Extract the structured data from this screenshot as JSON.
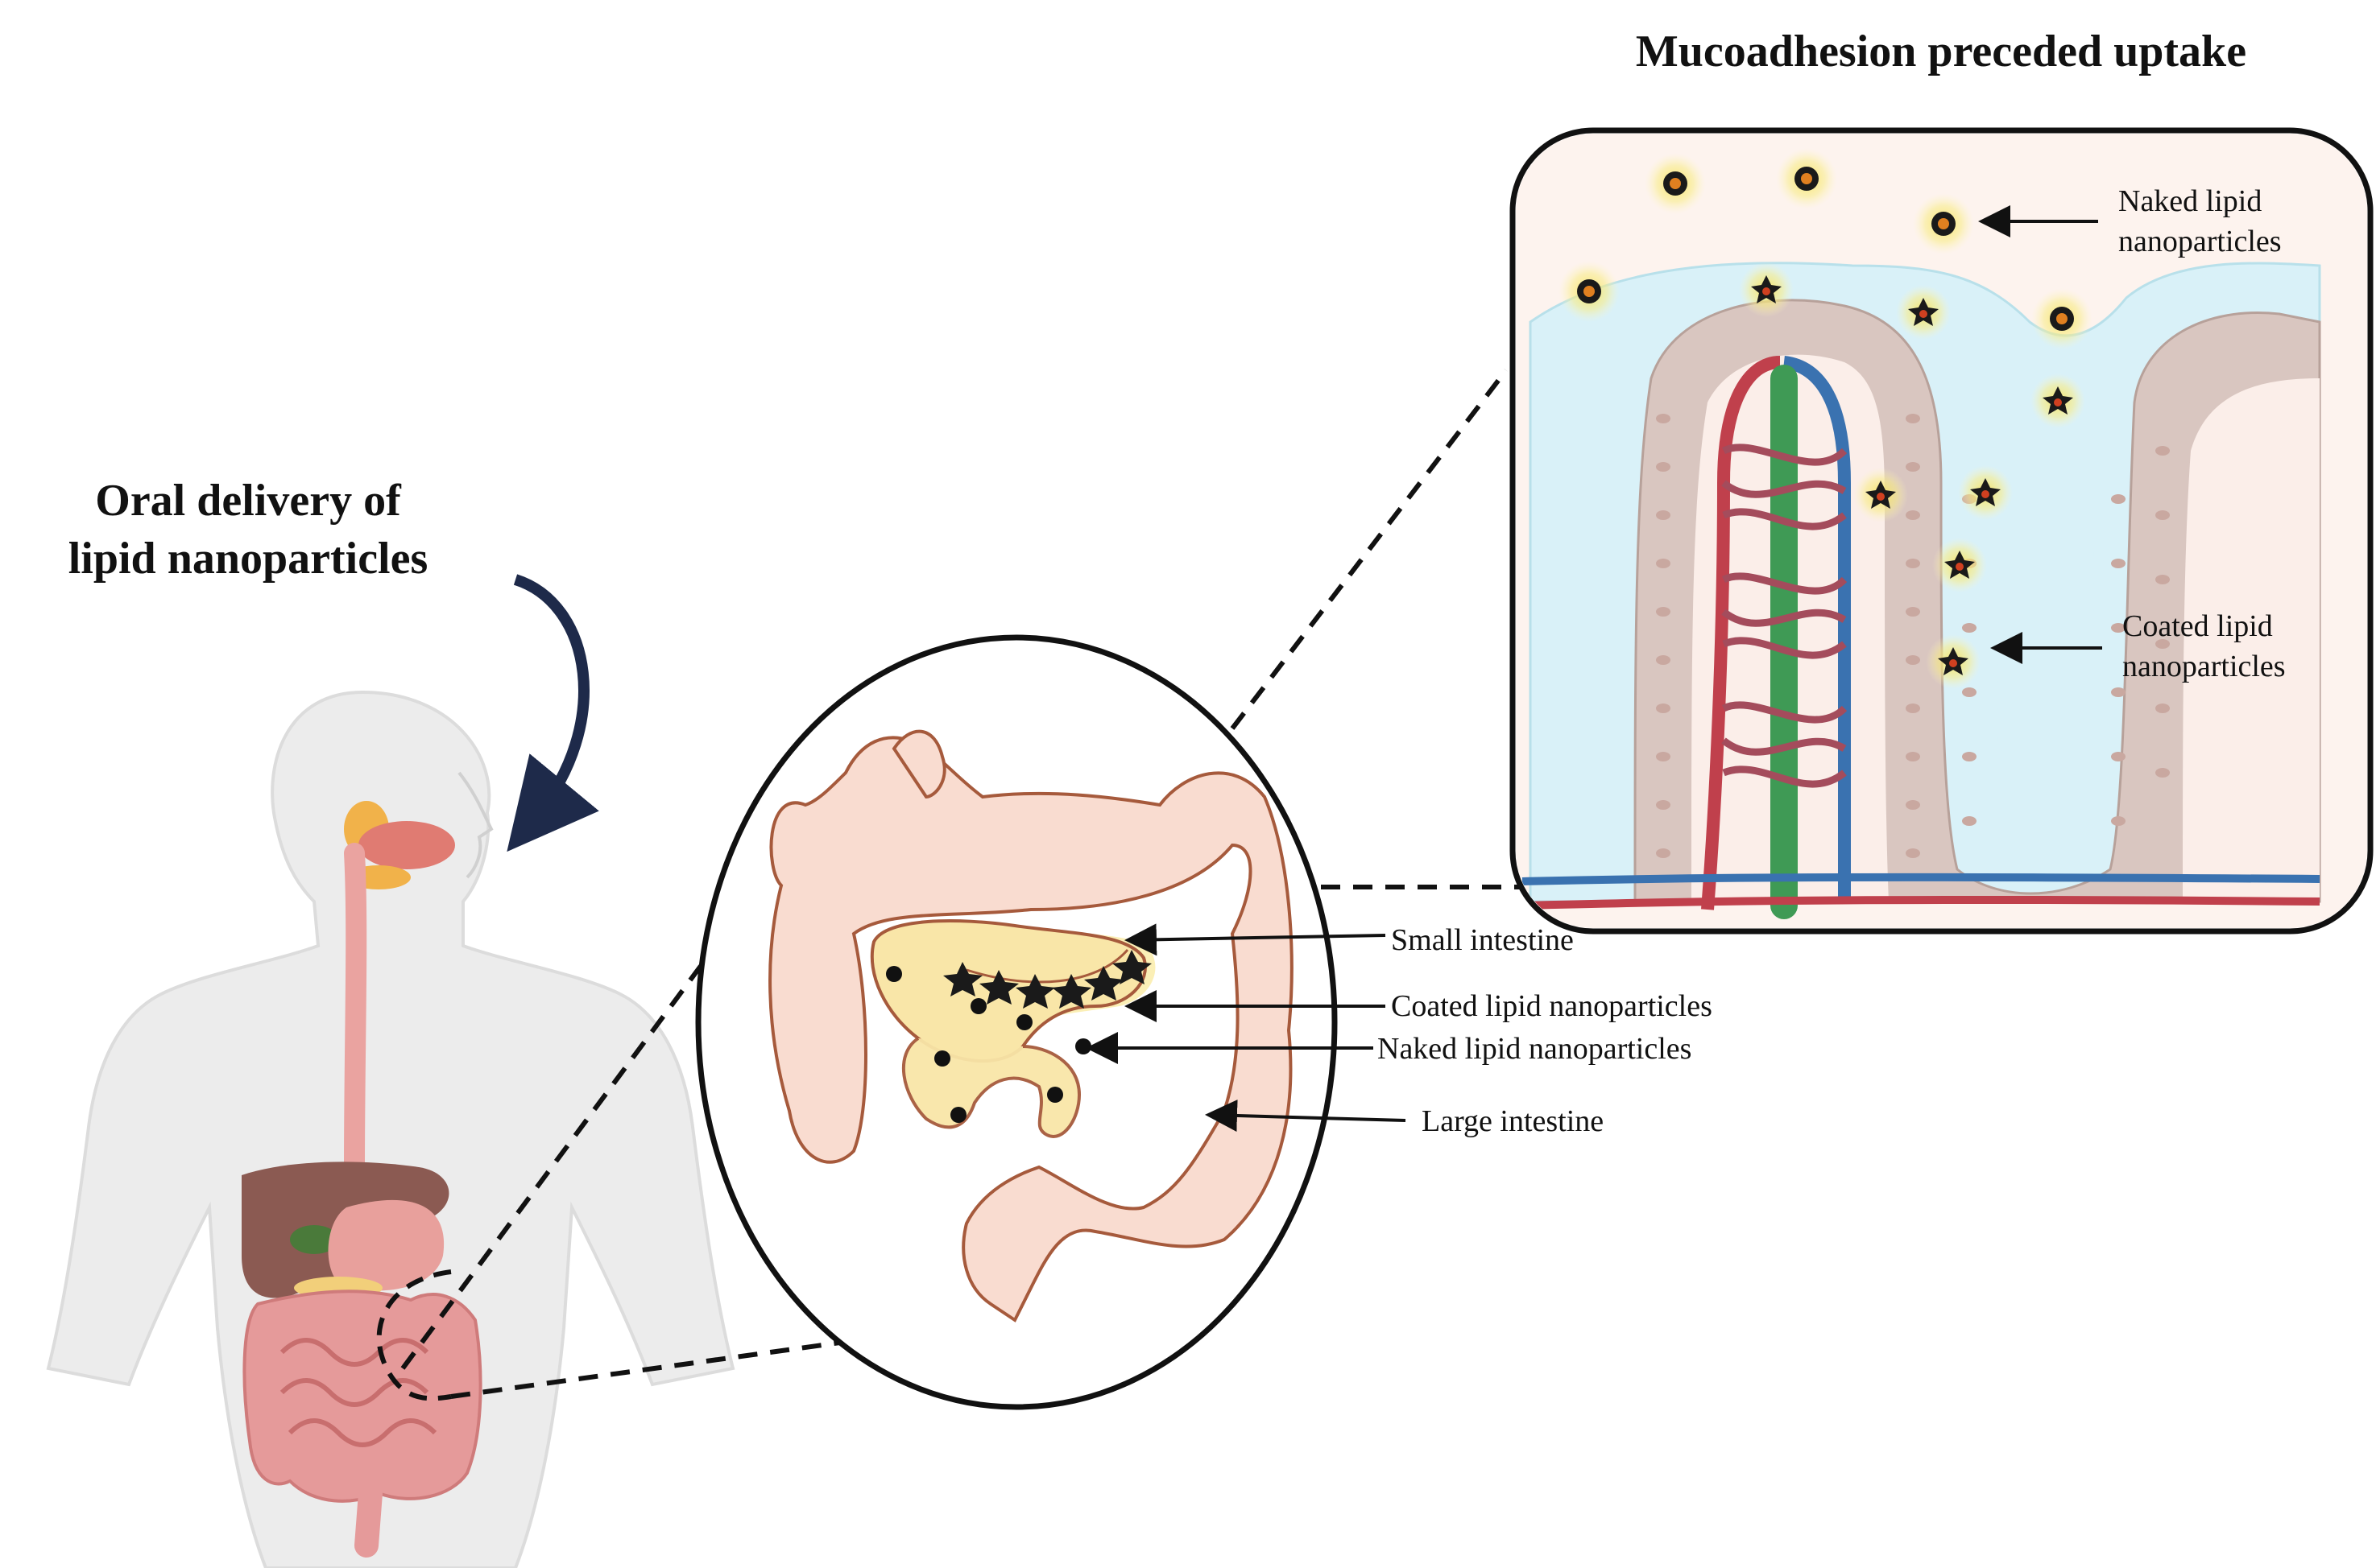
{
  "titles": {
    "left_line1": "Oral delivery of",
    "left_line2": "lipid nanoparticles",
    "right": "Mucoadhesion preceded uptake"
  },
  "intestine_labels": {
    "small_intestine": "Small intestine",
    "coated": "Coated lipid nanoparticles",
    "naked": "Naked lipid nanoparticles",
    "large_intestine": "Large intestine"
  },
  "villus_labels": {
    "naked_line1": "Naked lipid",
    "naked_line2": "nanoparticles",
    "coated_line1": "Coated lipid",
    "coated_line2": "nanoparticles"
  },
  "colors": {
    "body": "#ececec",
    "esophagus": "#eaa3a0",
    "liver": "#8b5a52",
    "colon": "#f9dcd0",
    "colon_outline": "#a65a3c",
    "mucus": "#d9f1f8",
    "epithelium": "#d9c6c0",
    "artery": "#c0404c",
    "vein": "#3a72b0",
    "lymph": "#3f9a55",
    "particle_glow": "#f6e35a"
  }
}
